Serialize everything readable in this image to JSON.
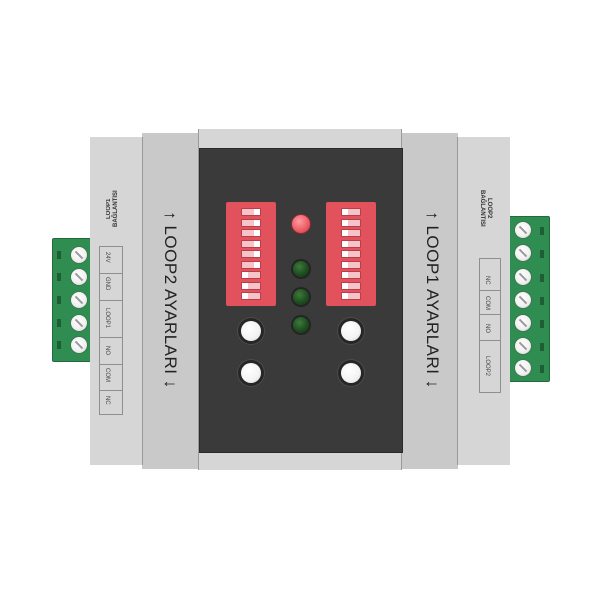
{
  "left_section": {
    "title": "LOOP1\nBAĞLANTISI",
    "terminals": [
      "24V",
      "GND",
      "LOOP1",
      "NO",
      "COM",
      "NC"
    ]
  },
  "right_section": {
    "title": "LOOP2\nBAĞLANTISI",
    "terminals": [
      "NC",
      "COM",
      "NO",
      "LOOP2"
    ]
  },
  "left_setting_label": "↑ LOOP2 AYARLARI ↓",
  "right_setting_label": "↑ LOOP1 AYARLARI ↓",
  "dip_switches": {
    "left_positions": [
      "on",
      "on",
      "on",
      "on",
      "on",
      "on",
      "off",
      "off",
      "off"
    ],
    "right_positions": [
      "off",
      "off",
      "off",
      "off",
      "off",
      "off",
      "off",
      "off",
      "off"
    ]
  },
  "colors": {
    "housing": "#d6d6d6",
    "panel": "#3a3a3a",
    "terminal_block": "#2f8d51",
    "dip_switch": "#e1525c",
    "led_red": "#ec5a64",
    "led_green": "#1c4a1e"
  }
}
